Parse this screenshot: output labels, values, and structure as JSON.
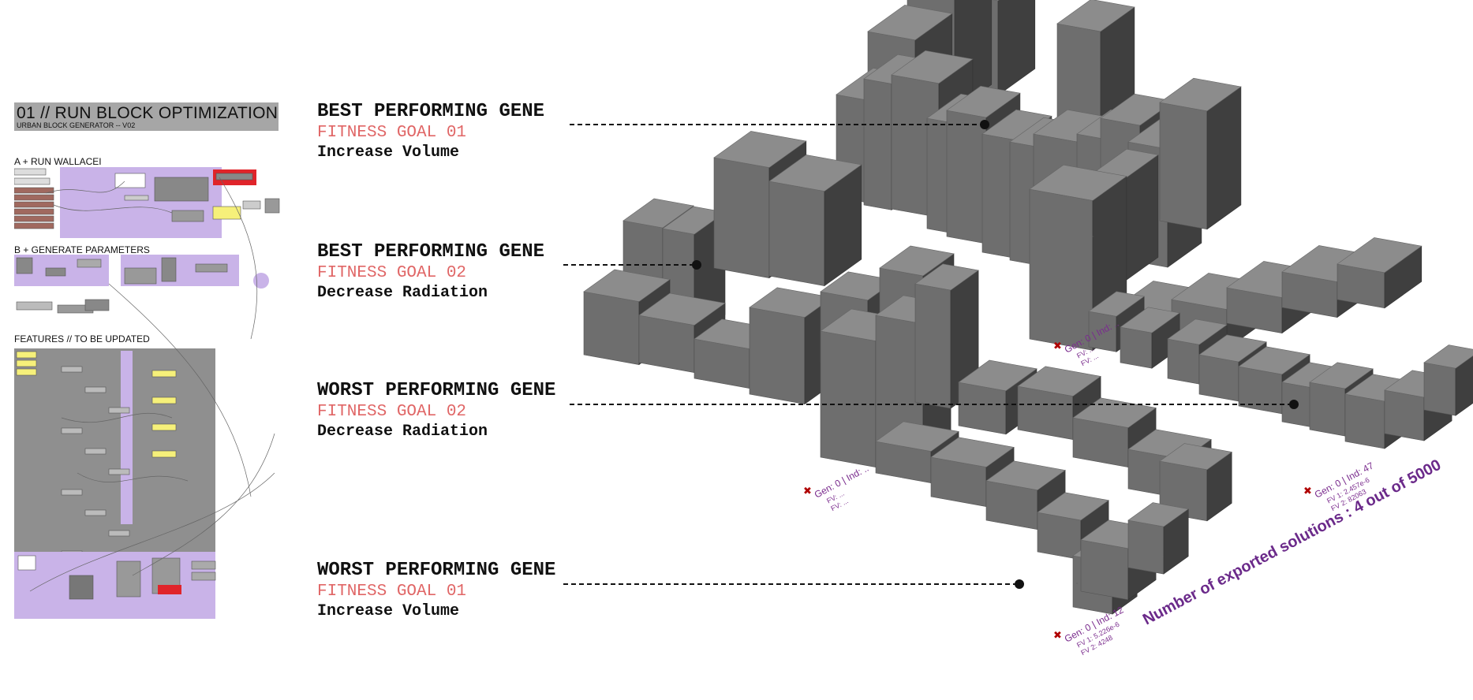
{
  "panel": {
    "title": "01 // RUN BLOCK OPTIMIZATION",
    "subtitle": "URBAN BLOCK GENERATOR -- V02",
    "sections": [
      {
        "label": "A + RUN WALLACEI"
      },
      {
        "label": "B + GENERATE PARAMETERS"
      },
      {
        "label": "FEATURES // TO BE UPDATED"
      }
    ]
  },
  "annotations": [
    {
      "heading": "BEST PERFORMING GENE",
      "goal": "FITNESS GOAL 01",
      "desc": "Increase Volume"
    },
    {
      "heading": "BEST PERFORMING GENE",
      "goal": "FITNESS GOAL 02",
      "desc": "Decrease Radiation"
    },
    {
      "heading": "WORST PERFORMING GENE",
      "goal": "FITNESS GOAL 02",
      "desc": "Decrease Radiation"
    },
    {
      "heading": "WORST PERFORMING GENE",
      "goal": "FITNESS GOAL 01",
      "desc": "Increase Volume"
    }
  ],
  "solutions": [
    {
      "id": "top",
      "line1": "Gen: 0 | Ind: ..",
      "line2": "FV: ...",
      "line3": "FV: ..."
    },
    {
      "id": "left",
      "line1": "Gen: 0 | Ind: ..",
      "line2": "FV: ...",
      "line3": "FV: ..."
    },
    {
      "id": "right",
      "line1": "Gen: 0 | Ind: 47",
      "line2": "FV 1: 2.457e-6",
      "line3": "FV 2: 82063"
    },
    {
      "id": "bottom",
      "line1": "Gen: 0 | Ind: 12",
      "line2": "FV 1: 5.226e-6",
      "line3": "FV 2: 4248"
    }
  ],
  "export_count": "Number of exported solutions : 4 out of 5000",
  "colors": {
    "accent_red": "#e06666",
    "solution_label": "#7b2d8e",
    "block_front": "#6e6e6e",
    "block_side": "#3f3f3f",
    "block_top": "#8c8c8c",
    "purple_group": "#c9b3e8",
    "yellow_panel": "#f6f07a"
  }
}
